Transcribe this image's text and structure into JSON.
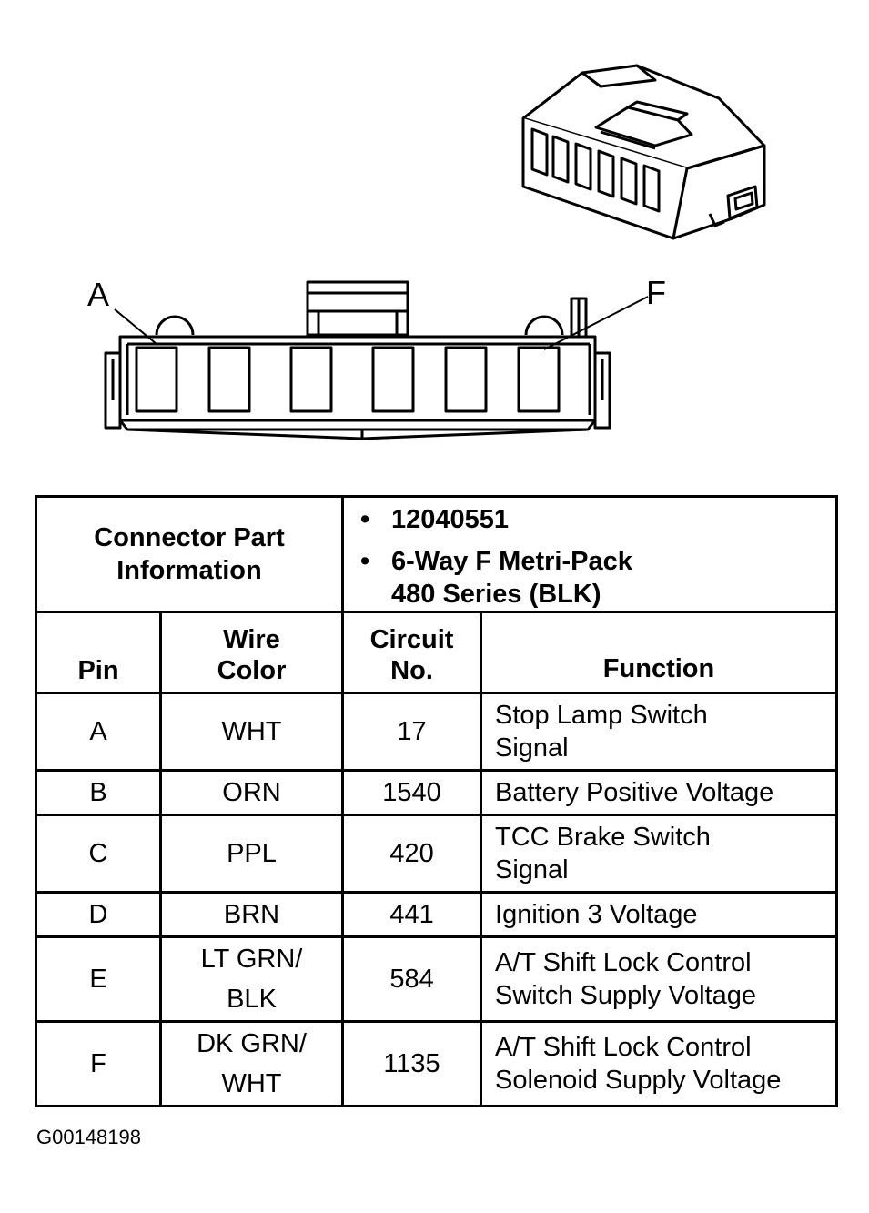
{
  "diagram": {
    "pin_label_first": "A",
    "pin_label_last": "F"
  },
  "connector_info": {
    "header": [
      "Connector Part",
      "Information"
    ],
    "part_number": "12040551",
    "description_lines": [
      "6-Way F Metri-Pack",
      "480 Series (BLK)"
    ]
  },
  "columns": {
    "pin": "Pin",
    "wire_color": [
      "Wire",
      "Color"
    ],
    "circuit_no": [
      "Circuit",
      "No."
    ],
    "function": "Function"
  },
  "rows": [
    {
      "pin": "A",
      "wire": [
        "WHT"
      ],
      "circuit": "17",
      "function": [
        "Stop Lamp Switch",
        "Signal"
      ]
    },
    {
      "pin": "B",
      "wire": [
        "ORN"
      ],
      "circuit": "1540",
      "function": [
        "Battery Positive Voltage"
      ]
    },
    {
      "pin": "C",
      "wire": [
        "PPL"
      ],
      "circuit": "420",
      "function": [
        "TCC Brake Switch",
        "Signal"
      ]
    },
    {
      "pin": "D",
      "wire": [
        "BRN"
      ],
      "circuit": "441",
      "function": [
        "Ignition 3 Voltage"
      ]
    },
    {
      "pin": "E",
      "wire": [
        "LT GRN/",
        "BLK"
      ],
      "circuit": "584",
      "function": [
        "A/T Shift Lock Control",
        "Switch Supply Voltage"
      ]
    },
    {
      "pin": "F",
      "wire": [
        "DK GRN/",
        "WHT"
      ],
      "circuit": "1135",
      "function": [
        "A/T Shift Lock Control",
        "Solenoid Supply Voltage"
      ]
    }
  ],
  "figure_id": "G00148198"
}
